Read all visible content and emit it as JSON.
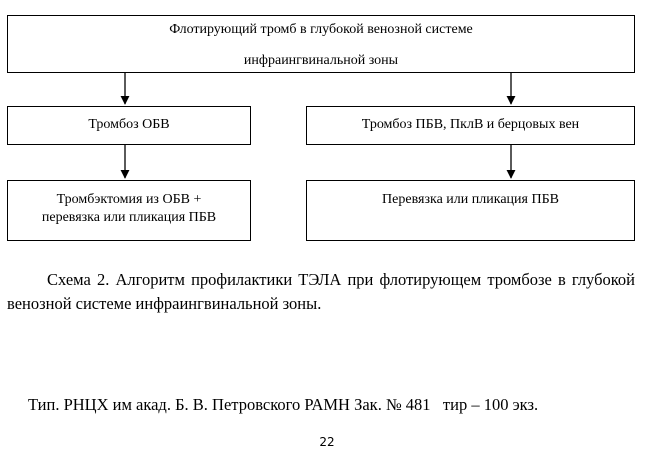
{
  "diagram": {
    "top_box": {
      "line1": "Флотирующий тромб в глубокой венозной системе",
      "line2": "инфраингвинальной зоны"
    },
    "left_branch": {
      "condition": "Тромбоз ОБВ",
      "action_line1": "Тромбэктомия из ОБВ +",
      "action_line2": "перевязка или пликация ПБВ"
    },
    "right_branch": {
      "condition": "Тромбоз ПБВ, ПклВ и берцовых вен",
      "action": "Перевязка или пликация ПБВ"
    }
  },
  "caption": "Схема 2. Алгоритм профилактики ТЭЛА при флотирующем тромбозе в глубокой венозной системе инфраингвинальной зоны.",
  "imprint": "Тип. РНЦХ им акад. Б. В. Петровского РАМН Зак. № 481   тир – 100 экз.",
  "page_number": "22"
}
